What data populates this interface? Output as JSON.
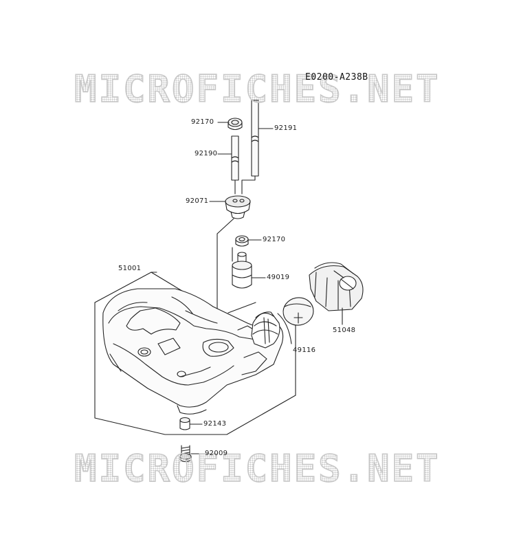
{
  "diagram": {
    "reference": "E0200-A238B",
    "watermark": "MICROFICHES.NET",
    "parts": [
      {
        "id": "p92170a",
        "label": "92170",
        "name": "grommet"
      },
      {
        "id": "p92191",
        "label": "92191",
        "name": "tube"
      },
      {
        "id": "p92190",
        "label": "92190",
        "name": "tube"
      },
      {
        "id": "p92071",
        "label": "92071",
        "name": "grommet"
      },
      {
        "id": "p92170b",
        "label": "92170",
        "name": "grommet"
      },
      {
        "id": "p49019",
        "label": "49019",
        "name": "fuel filter"
      },
      {
        "id": "p51001",
        "label": "51001",
        "name": "fuel tank"
      },
      {
        "id": "p49116",
        "label": "49116",
        "name": "gasket"
      },
      {
        "id": "p51048",
        "label": "51048",
        "name": "tank cap"
      },
      {
        "id": "p92143",
        "label": "92143",
        "name": "collar"
      },
      {
        "id": "p92009",
        "label": "92009",
        "name": "screw"
      }
    ]
  }
}
